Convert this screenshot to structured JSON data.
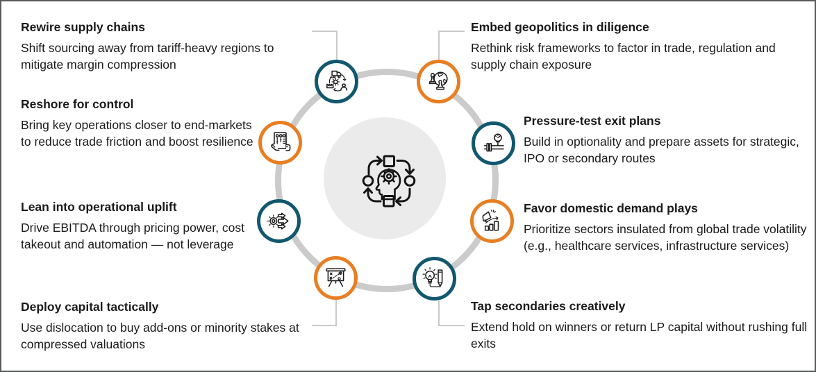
{
  "diagram": {
    "center": {
      "icon": "head-gear-process-cycle-icon",
      "circle_fill": "#EBEBEB",
      "ring_color": "#CBCBCB"
    },
    "accent_colors": {
      "teal": "#11586E",
      "orange": "#E87E22",
      "connector": "#C9C9C9",
      "text": "#1A1A1A",
      "frame_border": "#58595B"
    },
    "items": [
      {
        "title": "Rewire supply chains",
        "description": "Shift sourcing away from tariff-heavy regions to mitigate margin compression",
        "icon": "supply-chain-cycle-icon",
        "accent": "teal",
        "position": "top-left"
      },
      {
        "title": "Reshore for control",
        "description": "Bring key operations closer to end-markets to reduce trade friction and boost resilience",
        "icon": "control-panel-hands-icon",
        "accent": "orange",
        "position": "left-upper"
      },
      {
        "title": "Lean into operational uplift",
        "description": "Drive EBITDA through pricing power, cost takeout and automation — not leverage",
        "icon": "gear-speed-arrows-icon",
        "accent": "teal",
        "position": "left-lower"
      },
      {
        "title": "Deploy capital tactically",
        "description": "Use dislocation to buy add-ons or minority stakes at compressed valuations",
        "icon": "strategy-board-icon",
        "accent": "orange",
        "position": "bottom-left"
      },
      {
        "title": "Embed geopolitics in diligence",
        "description": "Rethink risk frameworks to factor in trade, regulation and supply chain exposure",
        "icon": "globe-chess-icon",
        "accent": "orange",
        "position": "top-right"
      },
      {
        "title": "Pressure-test exit plans",
        "description": "Build in optionality and prepare assets for strategic, IPO or secondary routes",
        "icon": "pressure-gauge-icon",
        "accent": "teal",
        "position": "right-upper"
      },
      {
        "title": "Favor domestic demand plays",
        "description": "Prioritize sectors insulated from global trade volatility (e.g., healthcare services, infrastructure services)",
        "icon": "megaphone-growth-chart-icon",
        "accent": "orange",
        "position": "right-lower"
      },
      {
        "title": "Tap secondaries creatively",
        "description": "Extend hold on winners or return LP capital without rushing full exits",
        "icon": "lightbulb-pencil-icon",
        "accent": "teal",
        "position": "bottom-right"
      }
    ]
  }
}
